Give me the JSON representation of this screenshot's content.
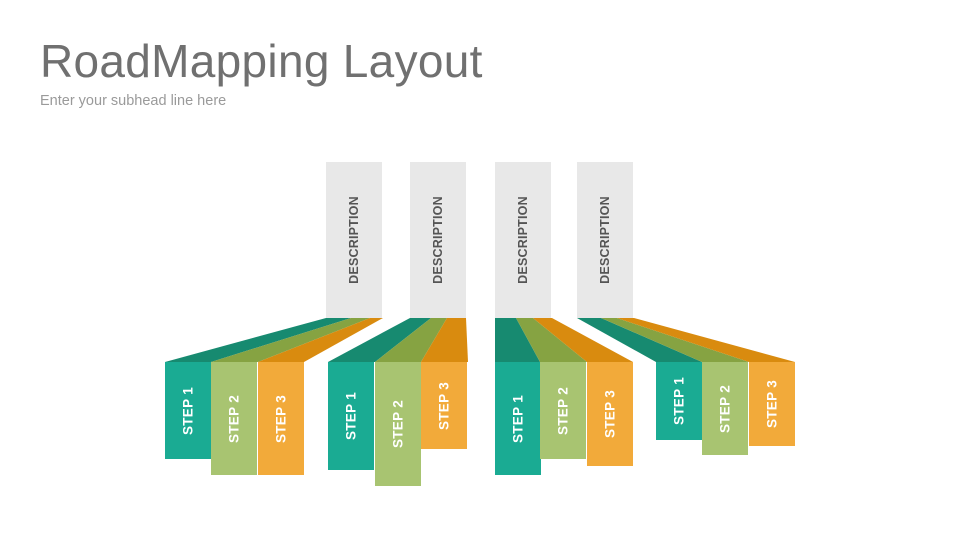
{
  "header": {
    "title": "RoadMapping Layout",
    "subtitle": "Enter your subhead line here"
  },
  "colors": {
    "step1": "#1aab93",
    "step2": "#a8c471",
    "step3": "#f2aa3a",
    "step1_dark": "#178a70",
    "step2_dark": "#86a342",
    "step3_dark": "#d98b0f",
    "description_bg": "#e8e8e8"
  },
  "groups": [
    {
      "description": "DESCRIPTION",
      "steps": [
        {
          "label": "STEP 1",
          "color": "step1"
        },
        {
          "label": "STEP 2",
          "color": "step2"
        },
        {
          "label": "STEP 3",
          "color": "step3"
        }
      ]
    },
    {
      "description": "DESCRIPTION",
      "steps": [
        {
          "label": "STEP 1",
          "color": "step1"
        },
        {
          "label": "STEP 2",
          "color": "step2"
        },
        {
          "label": "STEP 3",
          "color": "step3"
        }
      ]
    },
    {
      "description": "DESCRIPTION",
      "steps": [
        {
          "label": "STEP 1",
          "color": "step1"
        },
        {
          "label": "STEP 2",
          "color": "step2"
        },
        {
          "label": "STEP 3",
          "color": "step3"
        }
      ]
    },
    {
      "description": "DESCRIPTION",
      "steps": [
        {
          "label": "STEP 1",
          "color": "step1"
        },
        {
          "label": "STEP 2",
          "color": "step2"
        },
        {
          "label": "STEP 3",
          "color": "step3"
        }
      ]
    }
  ]
}
